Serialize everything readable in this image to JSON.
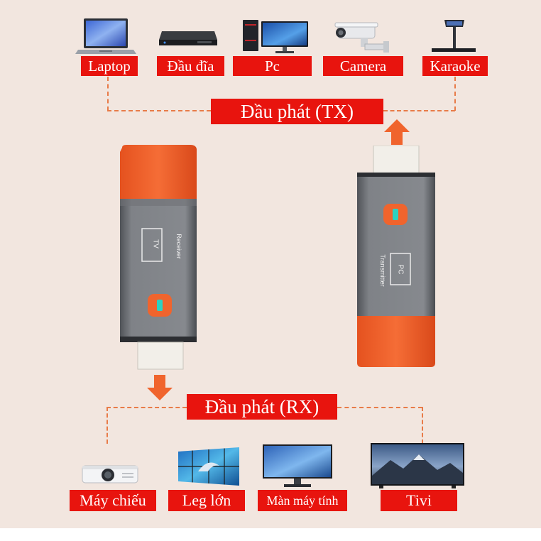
{
  "sources": {
    "title": "Đầu phát (TX)",
    "items": [
      {
        "label": "Laptop",
        "icon": "laptop-icon"
      },
      {
        "label": "Đầu đĩa",
        "icon": "disc-player-icon"
      },
      {
        "label": "Pc",
        "icon": "desktop-pc-icon"
      },
      {
        "label": "Camera",
        "icon": "security-camera-icon"
      },
      {
        "label": "Karaoke",
        "icon": "karaoke-stand-icon"
      }
    ]
  },
  "receiver_device": {
    "screen_text": "TV",
    "role_text": "Receiver"
  },
  "transmitter_device": {
    "screen_text": "PC",
    "role_text": "Transmitter"
  },
  "outputs": {
    "title": "Đầu phát (RX)",
    "items": [
      {
        "label": "Máy chiếu",
        "icon": "projector-icon"
      },
      {
        "label": "Leg lớn",
        "icon": "video-wall-icon"
      },
      {
        "label": "Màn máy tính",
        "icon": "monitor-icon"
      },
      {
        "label": "Tivi",
        "icon": "tv-icon"
      }
    ]
  },
  "colors": {
    "label_red": "#e8140e",
    "device_orange": "#f0642d",
    "device_gray": "#7c7f84",
    "background": "#f2e6df",
    "dashed_line": "#e87b48"
  }
}
